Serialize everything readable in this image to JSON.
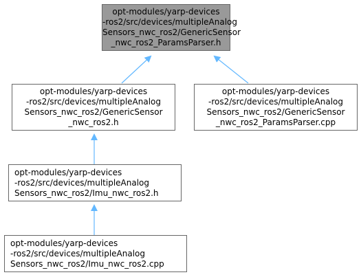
{
  "colors": {
    "root_fill": "#999999",
    "node_fill": "#ffffff",
    "node_border": "#666666",
    "edge": "#63b8ff"
  },
  "nodes": {
    "params_parser_h": {
      "lines": [
        "opt-modules/yarp-devices",
        "-ros2/src/devices/multipleAnalog",
        "Sensors_nwc_ros2/GenericSensor",
        "_nwc_ros2_ParamsParser.h"
      ]
    },
    "generic_sensor_h": {
      "lines": [
        "opt-modules/yarp-devices",
        "-ros2/src/devices/multipleAnalog",
        "Sensors_nwc_ros2/GenericSensor",
        "_nwc_ros2.h"
      ]
    },
    "params_parser_cpp": {
      "lines": [
        "opt-modules/yarp-devices",
        "-ros2/src/devices/multipleAnalog",
        "Sensors_nwc_ros2/GenericSensor",
        "_nwc_ros2_ParamsParser.cpp"
      ]
    },
    "imu_h": {
      "lines": [
        "opt-modules/yarp-devices",
        "-ros2/src/devices/multipleAnalog",
        "Sensors_nwc_ros2/Imu_nwc_ros2.h"
      ]
    },
    "imu_cpp": {
      "lines": [
        "opt-modules/yarp-devices",
        "-ros2/src/devices/multipleAnalog",
        "Sensors_nwc_ros2/Imu_nwc_ros2.cpp"
      ]
    }
  }
}
